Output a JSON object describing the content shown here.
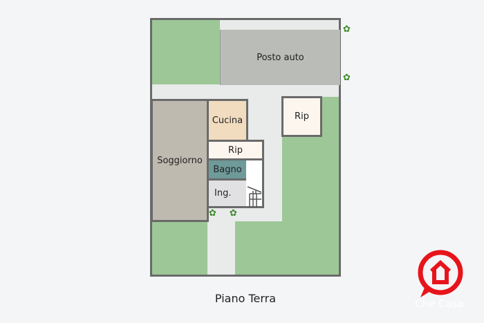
{
  "plan": {
    "title": "Piano Terra",
    "rooms": {
      "posto_auto": "Posto auto",
      "cucina": "Cucina",
      "soggiorno": "Soggiorno",
      "rip_inner": "Rip",
      "bagno": "Bagno",
      "ingresso": "Ing.",
      "rip_outer": "Rip"
    },
    "colors": {
      "garden": "#9dc797",
      "path": "#e9eaea",
      "posto_auto": "#b9bcb7",
      "soggiorno": "#bfbab0",
      "cucina": "#f1dcc0",
      "rip": "#fdf6ef",
      "bagno": "#6e9a9a",
      "ingresso": "#e1e1e3",
      "wall": "#6a6a6a"
    }
  },
  "logo": {
    "text": "Che Casa",
    "color": "#e8141b",
    "icon": "house-speech-bubble-icon"
  }
}
